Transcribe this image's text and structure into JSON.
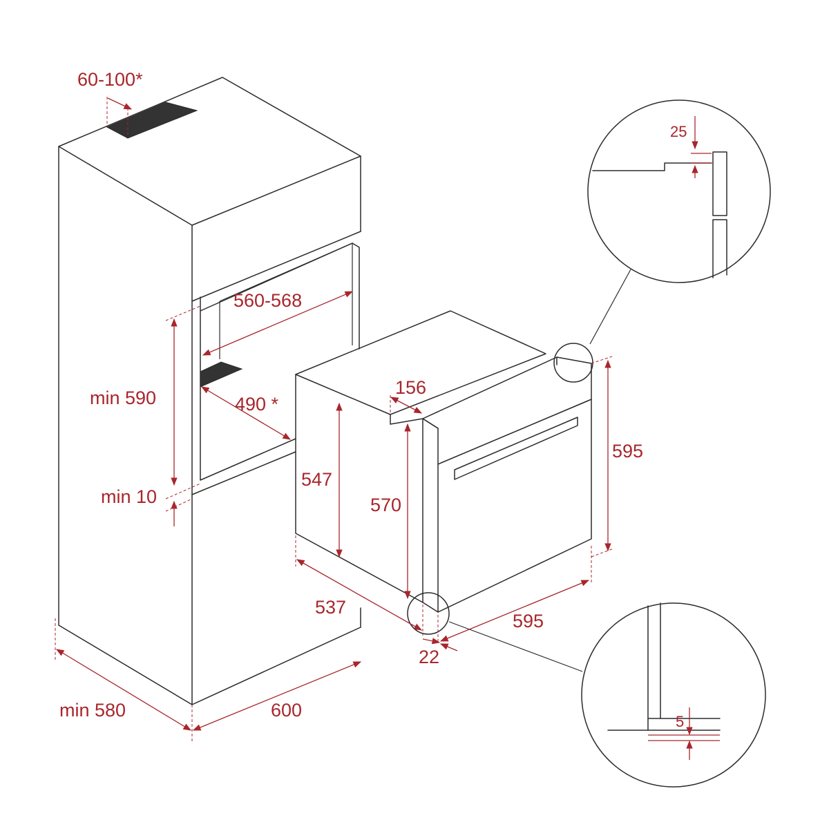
{
  "diagram": {
    "dimensions": {
      "top_vent": "60-100*",
      "niche_width": "560-568",
      "niche_height": "min 590",
      "niche_depth": "490 *",
      "bottom_gap": "min 10",
      "cabinet_depth": "min 580",
      "cabinet_width": "600",
      "oven_body_height": "547",
      "oven_front_height": "570",
      "oven_depth": "537",
      "oven_top_step": "156",
      "oven_height": "595",
      "oven_width": "595",
      "door_offset": "22",
      "detail_top_gap": "25",
      "detail_bottom_gap": "5"
    }
  }
}
